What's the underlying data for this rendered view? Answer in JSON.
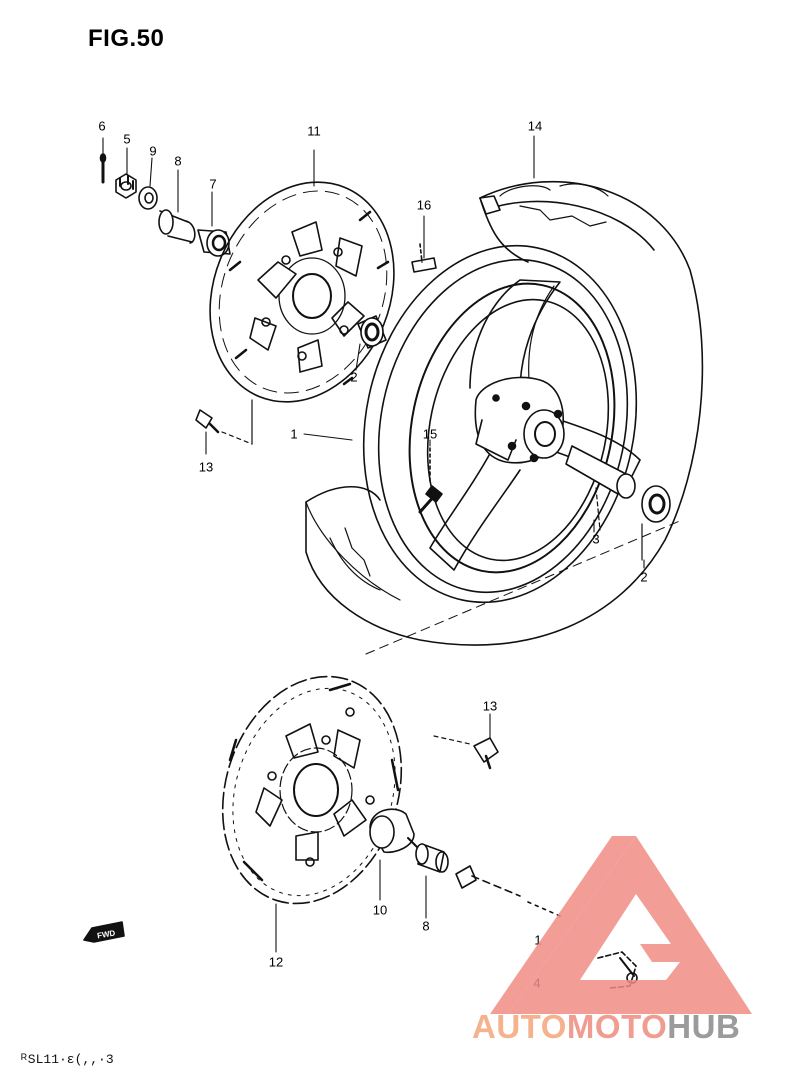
{
  "figure": {
    "title": "FIG.50"
  },
  "callouts": [
    {
      "id": "c6",
      "label": "6"
    },
    {
      "id": "c5",
      "label": "5"
    },
    {
      "id": "c9",
      "label": "9"
    },
    {
      "id": "c8a",
      "label": "8"
    },
    {
      "id": "c7",
      "label": "7"
    },
    {
      "id": "c11",
      "label": "11"
    },
    {
      "id": "c14",
      "label": "14"
    },
    {
      "id": "c16",
      "label": "16"
    },
    {
      "id": "c2a",
      "label": "2"
    },
    {
      "id": "c1",
      "label": "1"
    },
    {
      "id": "c15",
      "label": "15"
    },
    {
      "id": "c13a",
      "label": "13"
    },
    {
      "id": "c3",
      "label": "3"
    },
    {
      "id": "c2b",
      "label": "2"
    },
    {
      "id": "c13b",
      "label": "13"
    },
    {
      "id": "c10",
      "label": "10"
    },
    {
      "id": "c8b",
      "label": "8"
    },
    {
      "id": "c12",
      "label": "12"
    },
    {
      "id": "c1b",
      "label": "1"
    },
    {
      "id": "c4",
      "label": "4"
    }
  ],
  "fwd_label": "FWD",
  "footer_code": "ᴿSL11·ε(,,·3",
  "watermark": {
    "part1": "AUTO",
    "part2": "MOTO",
    "part3": "HUB",
    "colors": {
      "part1": "#f6b28f",
      "part2": "#f19c91",
      "part3": "#9b9b9b",
      "triangle": "#f08c84"
    }
  }
}
